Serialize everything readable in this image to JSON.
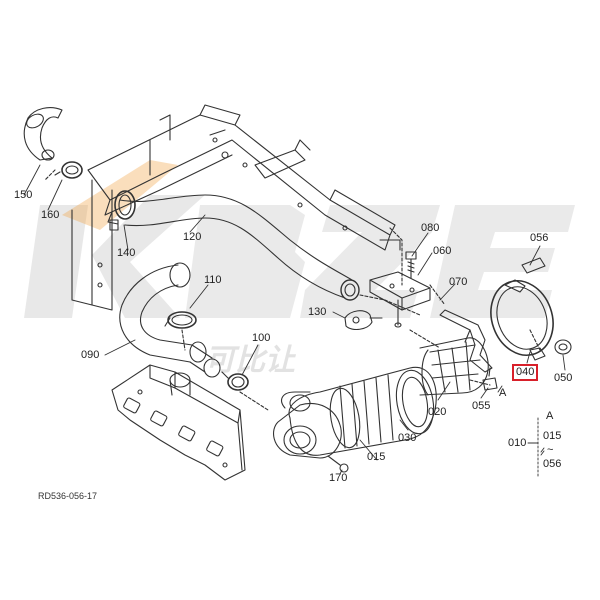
{
  "diagram": {
    "drawing_code": "RD536-056-17",
    "highlighted_part": "040",
    "parts": {
      "p010": "010",
      "p015": "015",
      "p020": "020",
      "p030": "030",
      "p040": "040",
      "p050": "050",
      "p055": "055",
      "p056": "056",
      "p060": "060",
      "p070": "070",
      "p080": "080",
      "p090": "090",
      "p100": "100",
      "p110": "110",
      "p120": "120",
      "p130": "130",
      "p140": "140",
      "p150": "150",
      "p160": "160",
      "p170": "170"
    },
    "callout_a": "A",
    "legend": {
      "marker": "A",
      "range_start": "015",
      "range_tilde": "~",
      "range_end": "056"
    }
  },
  "watermark": {
    "logo_text": "KBZE",
    "cn_text": "可比让"
  },
  "colors": {
    "line": "#333333",
    "highlight": "#d8202a",
    "watermark": "#9a9a9a",
    "logo_orange": "#f0a040"
  }
}
